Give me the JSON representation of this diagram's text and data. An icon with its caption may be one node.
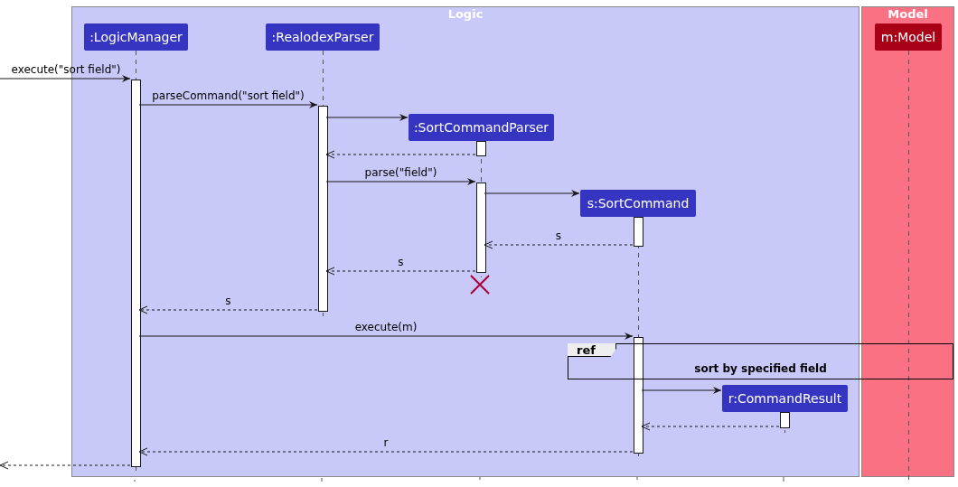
{
  "diagram": {
    "nodes": [
      {
        "text": [
          "Logic"
        ]
      },
      {
        "text": [
          "Model"
        ]
      },
      {
        "text": [
          ":LogicManager"
        ],
        "in": 0
      },
      {
        "text": [
          ":RealodexParser"
        ],
        "in": 0
      },
      {
        "text": [
          ":SortCommandParser"
        ],
        "in": 0
      },
      {
        "text": [
          "s:SortCommand"
        ],
        "in": 0
      },
      {
        "text": [
          "r:CommandResult"
        ],
        "in": 0
      },
      {
        "text": [
          "m:Model"
        ],
        "in": 1
      },
      {
        "text": [
          "ref",
          "sort by specified field"
        ]
      }
    ],
    "edges": [
      {
        "from": null,
        "to": 2,
        "arrow": "to",
        "label": "execute(\"sort field\")"
      },
      {
        "from": 2,
        "to": 3,
        "arrow": "to",
        "label": "parseCommand(\"sort field\")"
      },
      {
        "from": 3,
        "to": 4,
        "arrow": "to"
      },
      {
        "from": 4,
        "to": 3,
        "arrow": "to",
        "style": "dashed"
      },
      {
        "from": 3,
        "to": 4,
        "arrow": "to",
        "label": "parse(\"field\")"
      },
      {
        "from": 4,
        "to": 5,
        "arrow": "to"
      },
      {
        "from": 5,
        "to": 4,
        "arrow": "to",
        "style": "dashed",
        "label": "s"
      },
      {
        "from": 4,
        "to": 3,
        "arrow": "to",
        "style": "dashed",
        "label": "s"
      },
      {
        "from": 3,
        "to": 2,
        "arrow": "to",
        "style": "dashed",
        "label": "s"
      },
      {
        "from": 2,
        "to": 5,
        "arrow": "to",
        "label": "execute(m)"
      },
      {
        "from": 5,
        "to": 6,
        "arrow": "to"
      },
      {
        "from": 6,
        "to": 5,
        "arrow": "to",
        "style": "dashed"
      },
      {
        "from": 5,
        "to": 2,
        "arrow": "to",
        "style": "dashed",
        "label": "r"
      },
      {
        "from": 2,
        "to": null,
        "arrow": "to",
        "style": "dashed"
      }
    ]
  }
}
